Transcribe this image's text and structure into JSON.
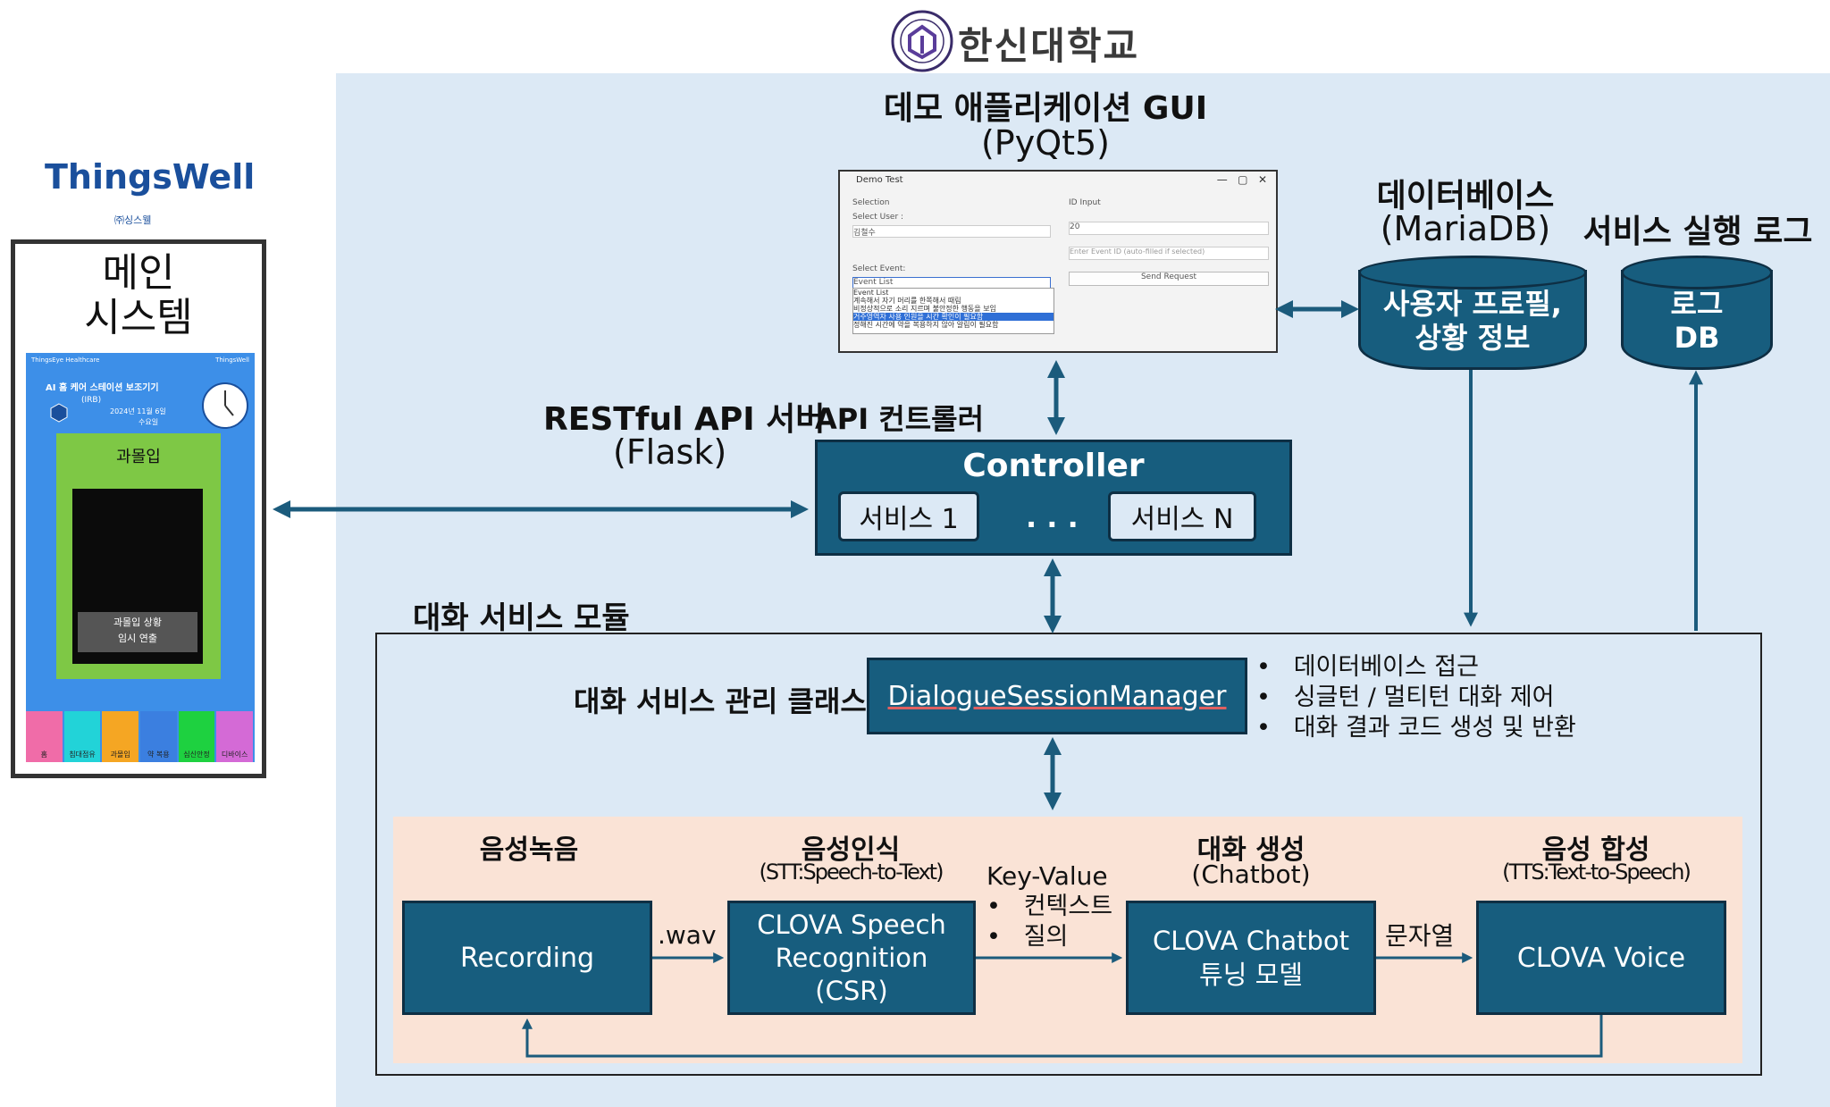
{
  "header": {
    "university_name": "한신대학교"
  },
  "left_device": {
    "brand": "ThingsWell",
    "brand_sub": "㈜싱스웰",
    "title_line1": "메인",
    "title_line2": "시스템",
    "screen": {
      "top_left": "ThingsEye Healthcare",
      "top_right": "ThingsWell",
      "headline": "AI 홈 케어 스테이션 보조기기",
      "irb": "(IRB)",
      "date": "2024년 11월 6일",
      "weekday": "수요일",
      "green_title": "과몰입",
      "caption_line1": "과몰입 상황",
      "caption_line2": "임시 연출",
      "nav": [
        "홈",
        "침대점유",
        "과몰입",
        "약 복용",
        "심신안정",
        "디바이스"
      ],
      "nav_colors": [
        "#f06ca8",
        "#22d3d8",
        "#f5a623",
        "#3b7fe0",
        "#1ed140",
        "#d46ad6"
      ]
    }
  },
  "gui": {
    "title": "데모 애플리케이션 GUI",
    "subtitle": "(PyQt5)",
    "window_title": "Demo Test",
    "selection_label": "Selection",
    "select_user_label": "Select User :",
    "select_user_value": "김철수",
    "select_event_label": "Select Event:",
    "event_list_label": "Event List",
    "event_list_header": "Event List",
    "events": [
      "계속해서 자기 머리를 한쪽해서 때림",
      "비정상적으로 소리 지르며 불안정한 행동을 보임",
      "거주영역자 사용 인원을 시간 확인이 필요함",
      "정해진 시간에 약을 복용하지 않아 알림이 필요함"
    ],
    "id_input_label": "ID Input",
    "id_value": "20",
    "event_id_placeholder": "Enter Event ID (auto-filled if selected)",
    "send_button": "Send Request"
  },
  "database": {
    "title": "데이터베이스",
    "subtitle": "(MariaDB)",
    "cyl_line1": "사용자 프로필,",
    "cyl_line2": "상황 정보"
  },
  "log": {
    "title": "서비스 실행 로그",
    "cyl_line1": "로그",
    "cyl_line2": "DB"
  },
  "api": {
    "title": "RESTful API 서버",
    "subtitle": "(Flask)",
    "controller_caption": "API 컨트롤러"
  },
  "controller": {
    "title": "Controller",
    "service1": "서비스 1",
    "dots": ". . .",
    "serviceN": "서비스 N"
  },
  "dialogue": {
    "module_title": "대화 서비스 모듈",
    "manager_caption": "대화 서비스 관리 클래스",
    "manager_name": "DialogueSessionManager",
    "bullets": [
      "데이터베이스 접근",
      "싱글턴 / 멀티턴 대화 제어",
      "대화 결과 코드 생성 및 반환"
    ]
  },
  "pipeline": {
    "stage1_title": "음성녹음",
    "stage2_title": "음성인식",
    "stage2_sub": "(STT:Speech-to-Text)",
    "stage3_title": "대화 생성",
    "stage3_sub": "(Chatbot)",
    "stage4_title": "음성 합성",
    "stage4_sub": "(TTS:Text-to-Speech)",
    "box1": "Recording",
    "box2_l1": "CLOVA Speech",
    "box2_l2": "Recognition",
    "box2_l3": "(CSR)",
    "box3_l1": "CLOVA Chatbot",
    "box3_l2": "튜닝 모델",
    "box4": "CLOVA Voice",
    "edge1": ".wav",
    "edge2_title": "Key-Value",
    "edge2_items": [
      "컨텍스트",
      "질의"
    ],
    "edge3": "문자열"
  },
  "colors": {
    "panel_bg": "#dce9f5",
    "box_fill": "#175d7e",
    "box_border": "#0e2f44",
    "arrow": "#1b5b7c",
    "pipeline_bg": "#fae3d6",
    "brand": "#1a4f9c",
    "phone_screen": "#3d8fe8",
    "green": "#7ec845"
  }
}
